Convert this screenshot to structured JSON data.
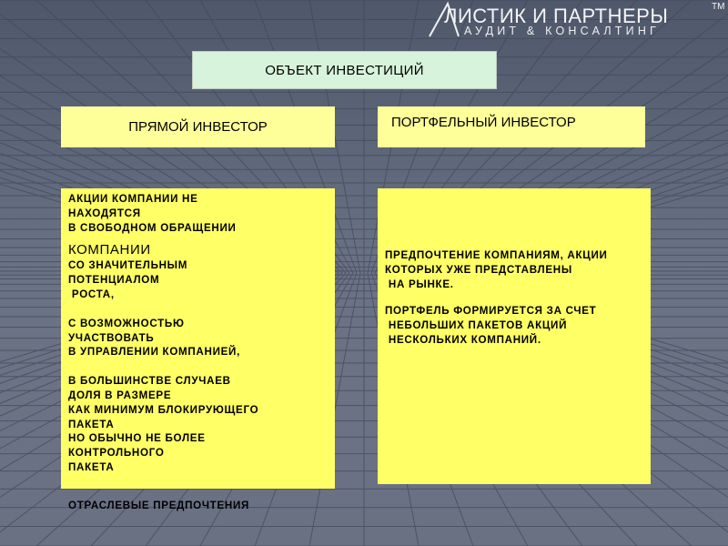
{
  "logo": {
    "main": "ЛИСТИК И ПАРТНЕРЫ",
    "tm": "TM",
    "sub": "АУДИТ & КОНСАЛТИНГ"
  },
  "object_title": "ОБЪЕКТ ИНВЕСТИЦИЙ",
  "direct": {
    "title": "ПРЯМОЙ ИНВЕСТОР",
    "lines": {
      "l1": "АКЦИИ КОМПАНИИ НЕ",
      "l2": "НАХОДЯТСЯ",
      "l3": "В СВОБОДНОМ ОБРАЩЕНИИ",
      "l4": "КОМПАНИИ",
      "l5": "СО ЗНАЧИТЕЛЬНЫМ",
      "l6": "ПОТЕНЦИАЛОМ",
      "l7": " РОСТА,",
      "l8": "С ВОЗМОЖНОСТЬЮ",
      "l9": "УЧАСТВОВАТЬ",
      "l10": "В УПРАВЛЕНИИ КОМПАНИЕЙ,",
      "l11": "В БОЛЬШИНСТВЕ СЛУЧАЕВ",
      "l12": "ДОЛЯ В РАЗМЕРЕ",
      "l13": "КАК МИНИМУМ БЛОКИРУЮЩЕГО",
      "l14": "ПАКЕТА",
      "l15": "НО ОБЫЧНО НЕ БОЛЕЕ",
      "l16": "КОНТРОЛЬНОГО",
      "l17": "ПАКЕТА"
    },
    "footer": "ОТРАСЛЕВЫЕ ПРЕДПОЧТЕНИЯ"
  },
  "portfolio": {
    "title": "ПОРТФЕЛЬНЫЙ ИНВЕСТОР",
    "lines": {
      "l1": "ПРЕДПОЧТЕНИЕ КОМПАНИЯМ, АКЦИИ",
      "l2": "КОТОРЫХ УЖЕ ПРЕДСТАВЛЕНЫ",
      "l3": " НА РЫНКЕ.",
      "l4": "ПОРТФЕЛЬ ФОРМИРУЕТСЯ ЗА СЧЕТ",
      "l5": " НЕБОЛЬШИХ ПАКЕТОВ АКЦИЙ",
      "l6": " НЕСКОЛЬКИХ КОМПАНИЙ."
    }
  },
  "colors": {
    "background": "#5d6578",
    "object_box": "#d8f3db",
    "header_box": "#ffff99",
    "content_box": "#ffff66"
  }
}
